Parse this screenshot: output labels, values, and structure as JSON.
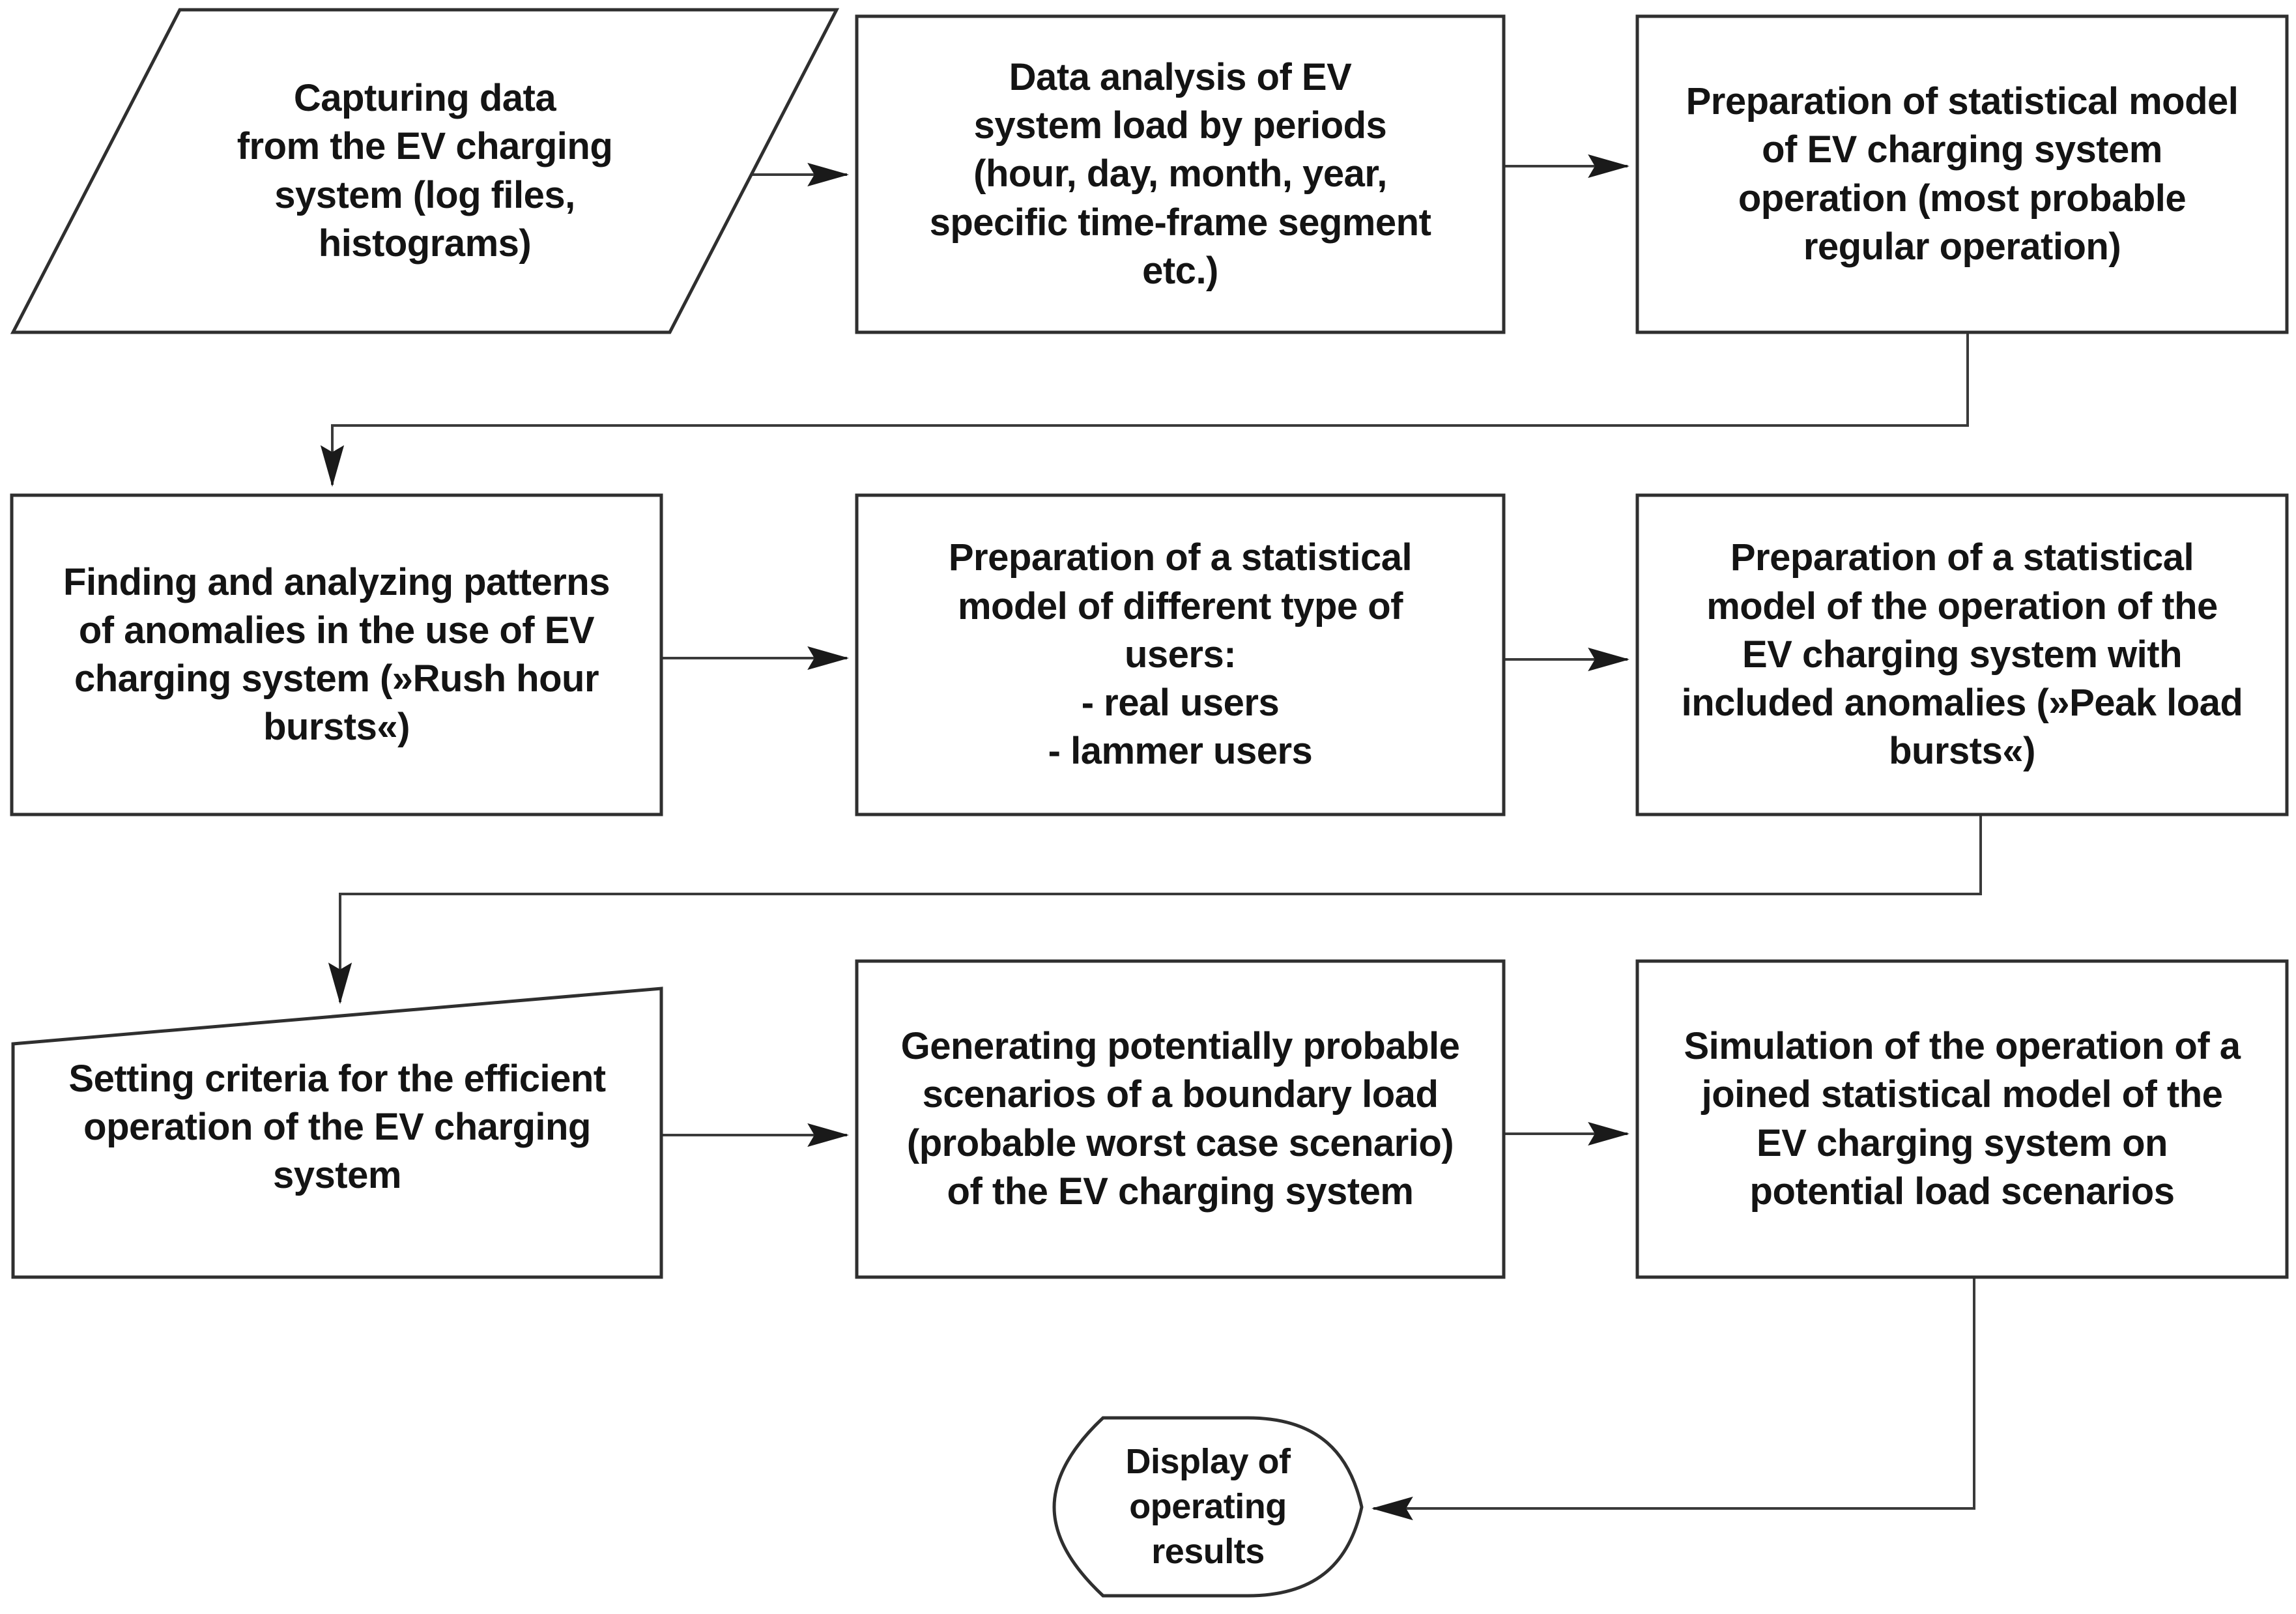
{
  "diagram": {
    "type": "flowchart",
    "colors": {
      "background": "#ffffff",
      "shape_fill": "#ffffff",
      "border": "#2f2f2f",
      "connector": "#3a3a3a",
      "text": "#141414"
    },
    "nodes": [
      {
        "id": "capture-data",
        "shape": "parallelogram",
        "label": "Capturing data\nfrom the EV charging\nsystem (log files,\nhistograms)"
      },
      {
        "id": "data-analysis",
        "shape": "rectangle",
        "label": "Data analysis of EV\nsystem load by periods\n(hour, day, month, year,\nspecific time-frame segment\netc.)"
      },
      {
        "id": "stat-model-regular",
        "shape": "rectangle",
        "label": "Preparation of statistical model\nof EV charging system\noperation (most probable\nregular operation)"
      },
      {
        "id": "anomaly-patterns",
        "shape": "rectangle",
        "label": "Finding and analyzing patterns\nof anomalies in the use of EV\ncharging system (»Rush hour\nbursts«)"
      },
      {
        "id": "user-type-model",
        "shape": "rectangle",
        "label": "Preparation of a statistical\nmodel of different type of\nusers:\n- real users\n- lammer users"
      },
      {
        "id": "anomaly-model",
        "shape": "rectangle",
        "label": "Preparation of a statistical\nmodel of the operation of the\nEV charging system with\nincluded anomalies (»Peak load\nbursts«)"
      },
      {
        "id": "efficiency-criteria",
        "shape": "slanted-top",
        "label": "Setting criteria for the efficient\noperation of the EV charging\nsystem"
      },
      {
        "id": "boundary-scenarios",
        "shape": "rectangle",
        "label": "Generating potentially probable\nscenarios of a boundary load\n(probable worst case scenario)\nof the EV charging system"
      },
      {
        "id": "simulation",
        "shape": "rectangle",
        "label": "Simulation of the operation of a\njoined statistical model of the\nEV charging system on\npotential load scenarios"
      },
      {
        "id": "display-results",
        "shape": "display",
        "label": "Display of\noperating\nresults"
      }
    ],
    "edges": [
      {
        "from": "capture-data",
        "to": "data-analysis"
      },
      {
        "from": "data-analysis",
        "to": "stat-model-regular"
      },
      {
        "from": "stat-model-regular",
        "to": "anomaly-patterns"
      },
      {
        "from": "anomaly-patterns",
        "to": "user-type-model"
      },
      {
        "from": "user-type-model",
        "to": "anomaly-model"
      },
      {
        "from": "anomaly-model",
        "to": "efficiency-criteria"
      },
      {
        "from": "efficiency-criteria",
        "to": "boundary-scenarios"
      },
      {
        "from": "boundary-scenarios",
        "to": "simulation"
      },
      {
        "from": "simulation",
        "to": "display-results"
      }
    ]
  }
}
